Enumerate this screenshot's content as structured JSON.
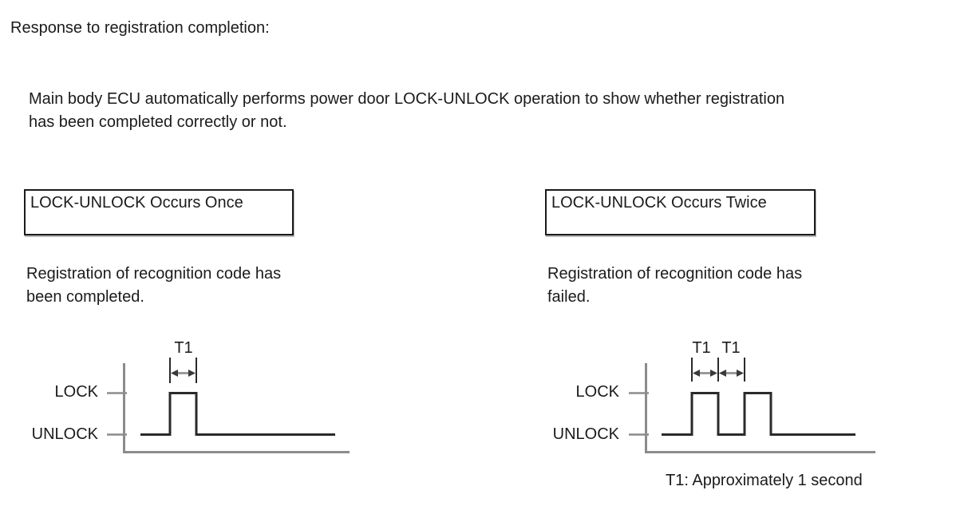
{
  "page": {
    "title": "Response to registration completion:",
    "intro_lines": [
      "Main body ECU automatically performs power door LOCK-UNLOCK operation to show whether registration",
      "has been completed correctly or not."
    ],
    "footnote": "T1: Approximately 1 second"
  },
  "columns": [
    {
      "box_label": "LOCK-UNLOCK Occurs Once",
      "result_lines": [
        "Registration of recognition code has",
        "been completed."
      ],
      "diagram": {
        "high_label": "LOCK",
        "low_label": "UNLOCK",
        "pulse_count": 1,
        "t1_labels": [
          "T1"
        ],
        "t1_spans": [
          "lock pulse width"
        ]
      }
    },
    {
      "box_label": "LOCK-UNLOCK Occurs Twice",
      "result_lines": [
        "Registration of recognition code has",
        "failed."
      ],
      "diagram": {
        "high_label": "LOCK",
        "low_label": "UNLOCK",
        "pulse_count": 2,
        "t1_labels": [
          "T1",
          "T1"
        ],
        "t1_spans": [
          "first lock pulse width",
          "gap before second pulse"
        ]
      }
    }
  ],
  "colors": {
    "text": "#1b1b1b",
    "axis_gray": "#8c8c8c",
    "signal_black": "#2a2a2a",
    "arrow_shaft_gray": "#9a9a9a",
    "arrow_head_dark": "#3a3a3a",
    "box_border": "#1b1b1b",
    "box_shadow": "#b9b9b9"
  }
}
